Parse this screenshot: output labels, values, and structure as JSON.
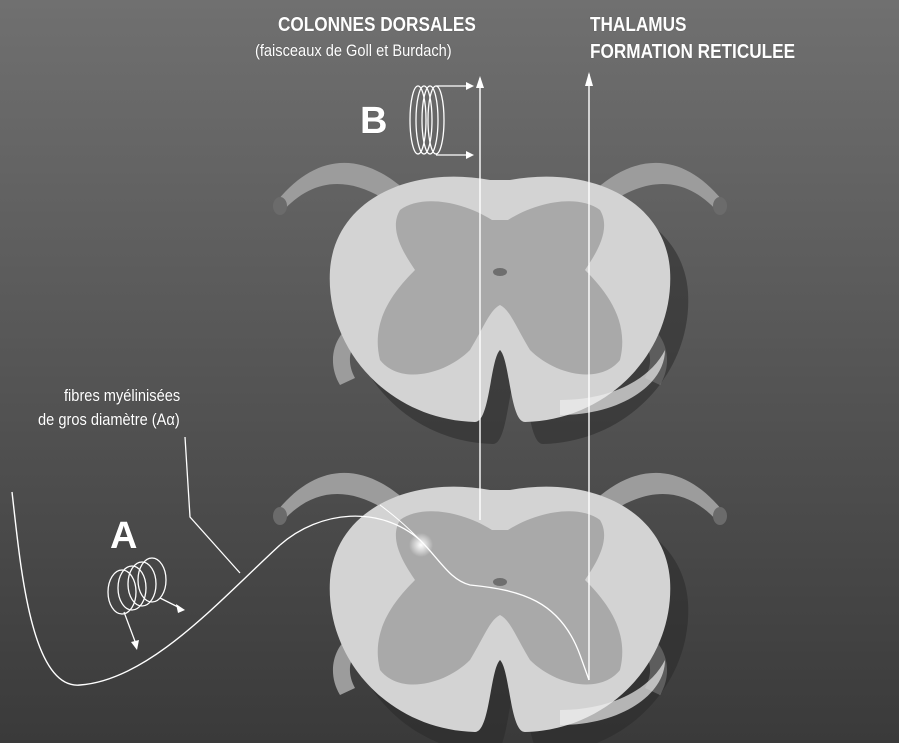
{
  "labels": {
    "dorsal_title": "COLONNES DORSALES",
    "dorsal_subtitle": "(faisceaux de Goll et Burdach)",
    "thalamus_line1": "THALAMUS",
    "thalamus_line2": "FORMATION RETICULEE",
    "letter_b": "B",
    "letter_a": "A",
    "fibres_line1": "fibres myélinisées",
    "fibres_line2": "de gros diamètre (Aα)"
  },
  "colors": {
    "background_top": "#6e6e6e",
    "background_bottom": "#3b3b3b",
    "white_matter": "#d2d2d2",
    "grey_matter": "#a8a8a8",
    "root": "#9a9a9a",
    "line": "#ffffff"
  }
}
